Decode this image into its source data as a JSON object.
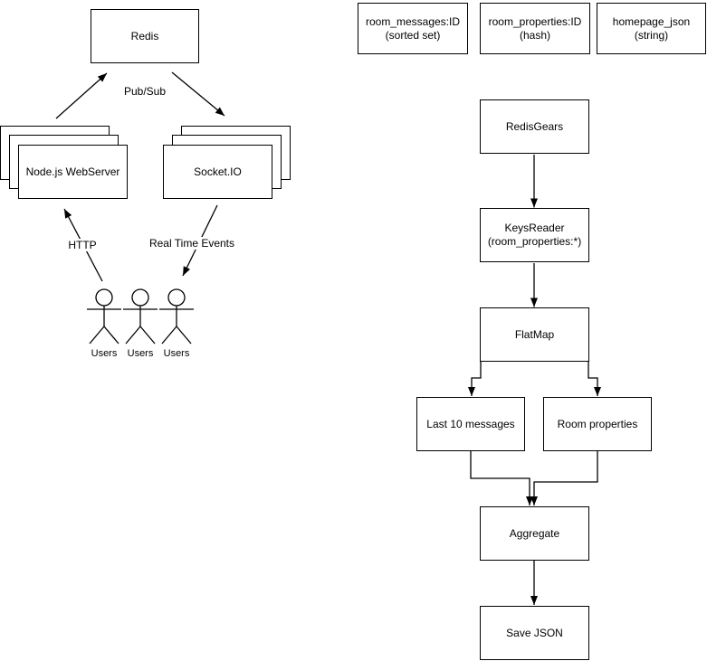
{
  "left": {
    "redis": "Redis",
    "nodejs": "Node.js WebServer",
    "socketio": "Socket.IO",
    "pubsub": "Pub/Sub",
    "http": "HTTP",
    "realtime": "Real Time Events",
    "users": "Users"
  },
  "right": {
    "keys": [
      {
        "line1": "room_messages:ID",
        "line2": "(sorted set)"
      },
      {
        "line1": "room_properties:ID",
        "line2": "(hash)"
      },
      {
        "line1": "homepage_json",
        "line2": "(string)"
      }
    ],
    "pipeline": {
      "redisgears": "RedisGears",
      "keysreader_line1": "KeysReader",
      "keysreader_line2": "(room_properties:*)",
      "flatmap": "FlatMap",
      "last10": "Last 10 messages",
      "roomprops": "Room properties",
      "aggregate": "Aggregate",
      "savejson": "Save JSON"
    }
  },
  "colors": {
    "stroke": "#000000",
    "fill": "#ffffff",
    "text": "#000000"
  }
}
